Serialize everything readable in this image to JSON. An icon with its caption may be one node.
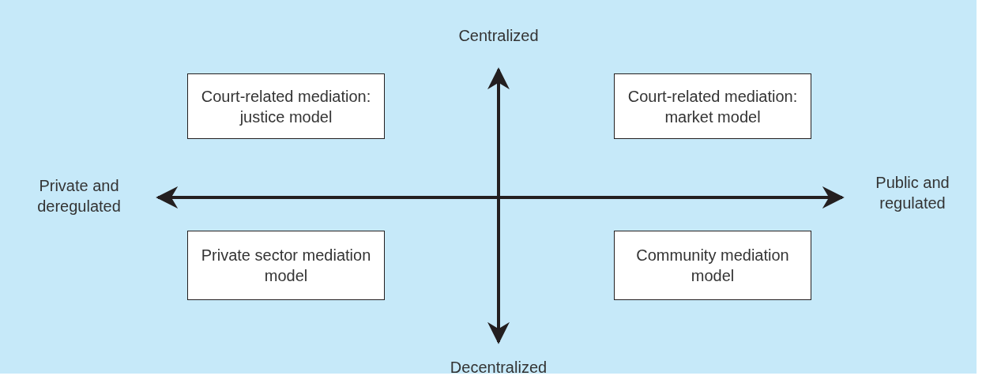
{
  "diagram": {
    "nodes": [
      {
        "text": [
          "Court-related mediation: justice model"
        ]
      },
      {
        "text": [
          "Court-related mediation: market model"
        ]
      },
      {
        "text": [
          "Private sector mediation model"
        ]
      },
      {
        "text": [
          "Community mediation model"
        ]
      }
    ],
    "labels": [
      "Centralized",
      "Private and deregulated",
      "Public and regulated",
      "Decentralized"
    ]
  }
}
